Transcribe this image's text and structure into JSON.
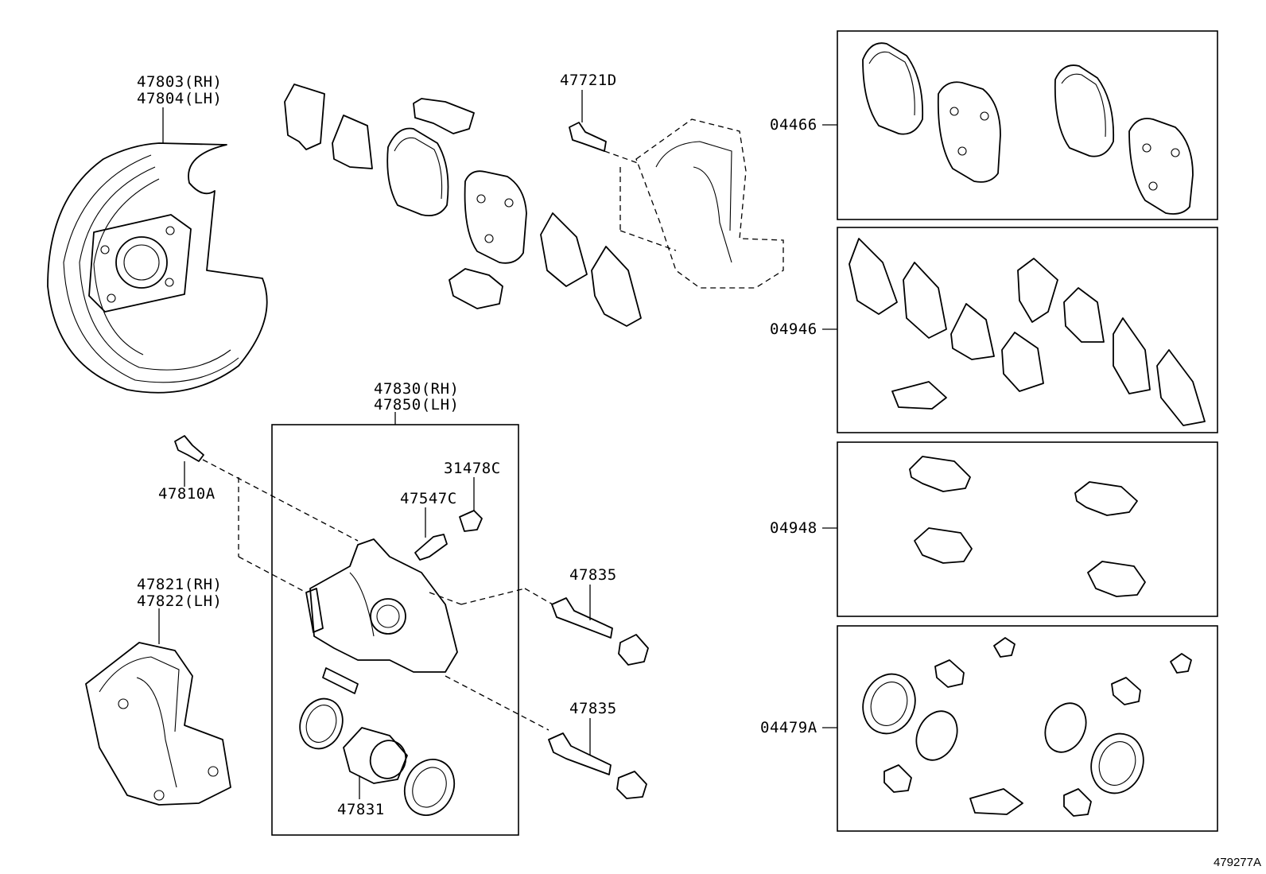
{
  "labels": {
    "dust_cover_rh": "47803(RH)",
    "dust_cover_lh": "47804(LH)",
    "bolt_47721d": "47721D",
    "caliper_assy_rh": "47830(RH)",
    "caliper_assy_lh": "47850(LH)",
    "bleeder_cap": "31478C",
    "bleeder_plug": "47547C",
    "union_bolt": "47810A",
    "mounting_rh": "47821(RH)",
    "mounting_lh": "47822(LH)",
    "slide_pin_upper": "47835",
    "slide_pin_lower": "47835",
    "piston": "47831",
    "pad_kit": "04466",
    "shim_kit": "04946",
    "fitting_kit": "04948",
    "cylinder_kit": "04479A",
    "ref_code": "479277A"
  }
}
